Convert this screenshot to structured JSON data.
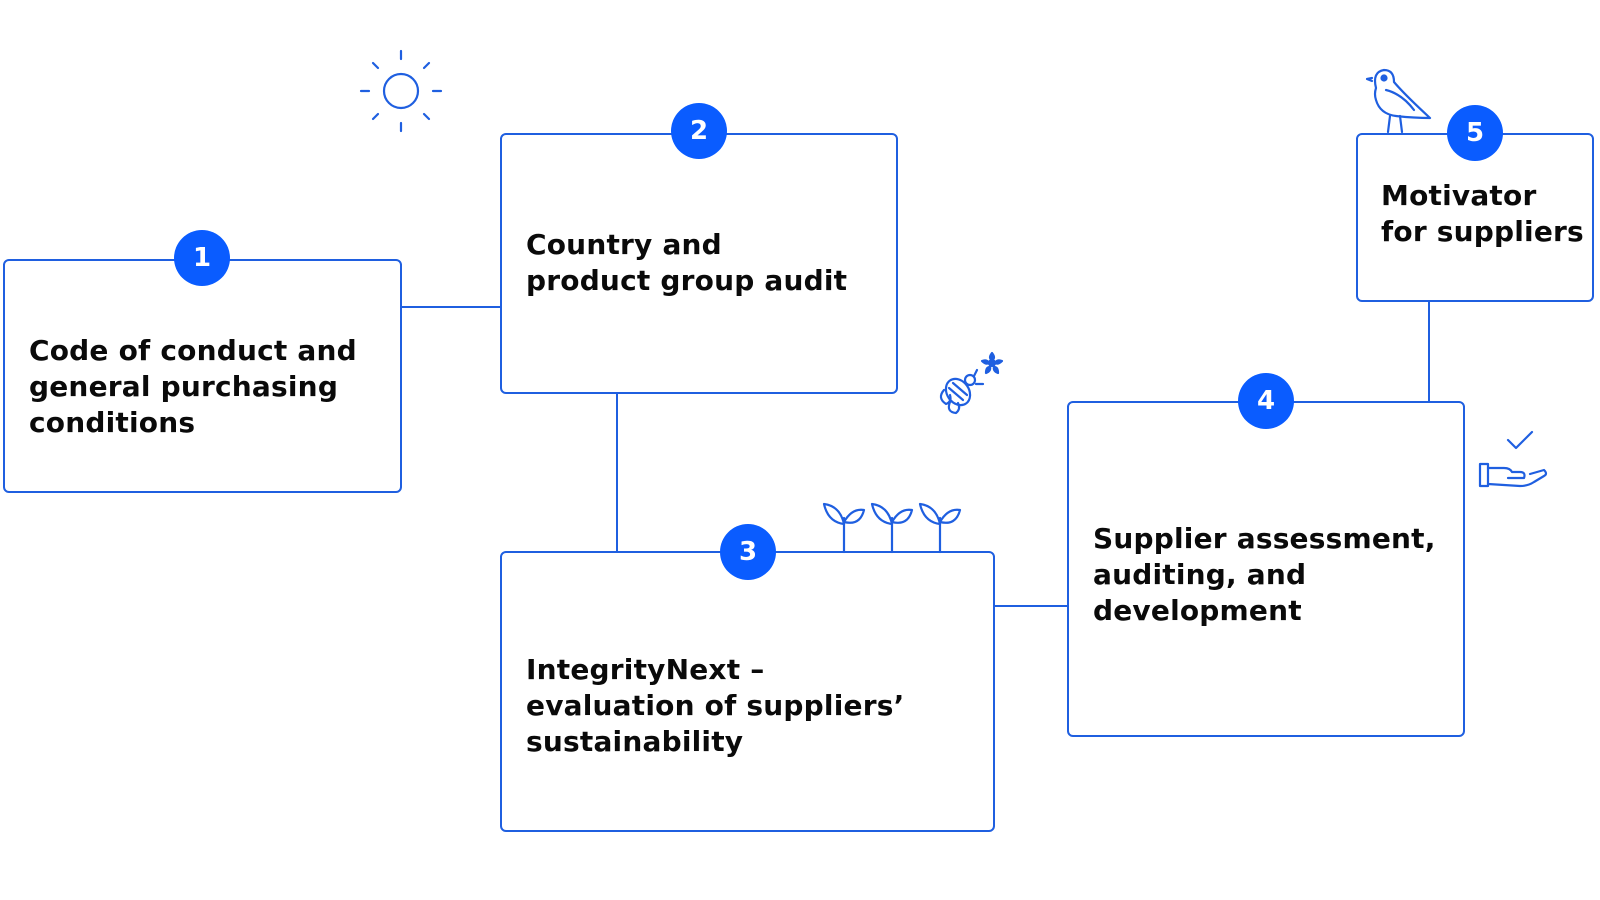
{
  "colors": {
    "accent": "#0a5cff",
    "line": "#1f5fe0",
    "text": "#0a0a0a",
    "background": "#ffffff"
  },
  "steps": [
    {
      "number": "1",
      "text": "Code of conduct and\ngeneral purchasing\nconditions"
    },
    {
      "number": "2",
      "text": "Country and\nproduct group audit"
    },
    {
      "number": "3",
      "text": "IntegrityNext –\nevaluation of suppliers’\nsustainability"
    },
    {
      "number": "4",
      "text": "Supplier assessment,\nauditing, and\ndevelopment"
    },
    {
      "number": "5",
      "text": "Motivator\nfor suppliers"
    }
  ],
  "decorations": [
    "sun-icon",
    "bee-flower-icon",
    "sprouts-icon",
    "bird-icon",
    "hand-check-icon"
  ]
}
